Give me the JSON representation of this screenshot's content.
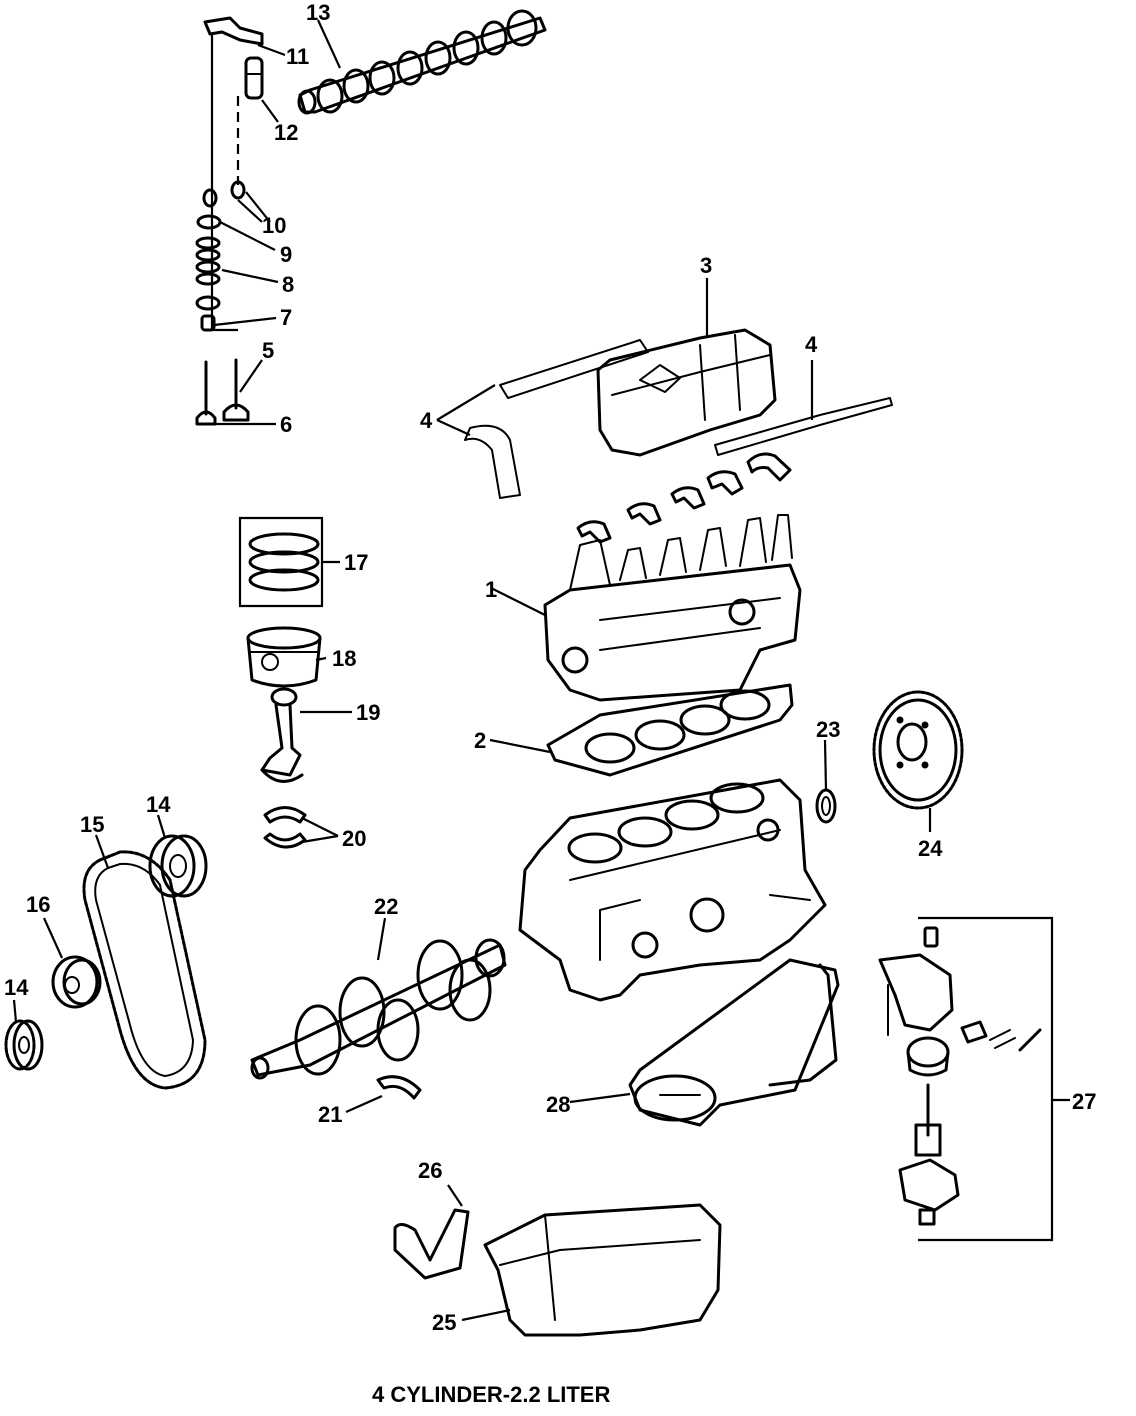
{
  "caption": "4 CYLINDER-2.2 LITER",
  "callouts": {
    "c1": "1",
    "c2": "2",
    "c3": "3",
    "c4a": "4",
    "c4b": "4",
    "c5": "5",
    "c6": "6",
    "c7": "7",
    "c8": "8",
    "c9": "9",
    "c10": "10",
    "c11": "11",
    "c12": "12",
    "c13": "13",
    "c14a": "14",
    "c14b": "14",
    "c15": "15",
    "c16": "16",
    "c17": "17",
    "c18": "18",
    "c19": "19",
    "c20": "20",
    "c21": "21",
    "c22": "22",
    "c23": "23",
    "c24": "24",
    "c25": "25",
    "c26": "26",
    "c27": "27",
    "c28": "28"
  }
}
